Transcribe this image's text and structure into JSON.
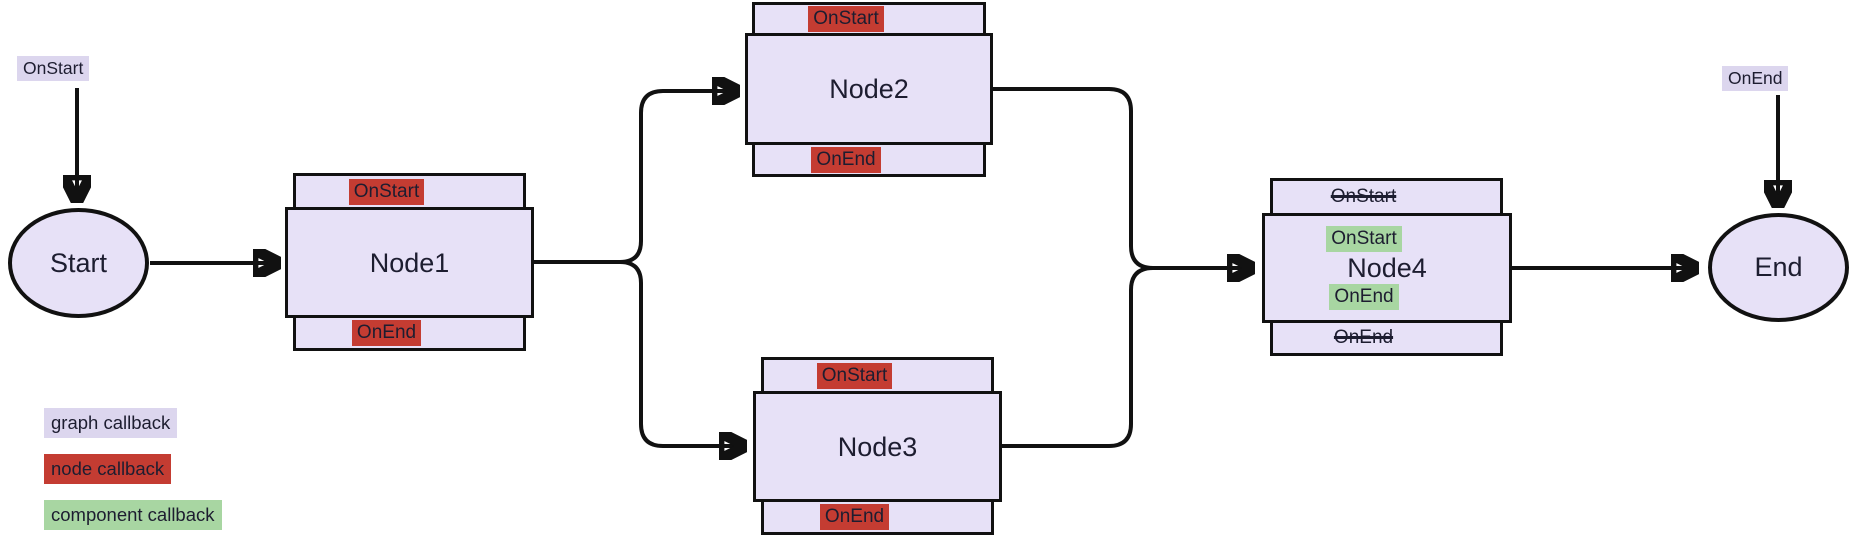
{
  "diagram_type": "execution-flow-graph",
  "colors": {
    "node_fill": "#e7e1f7",
    "graph_callback_bg": "#dcd6ee",
    "node_callback_bg": "#c43c32",
    "component_callback_bg": "#a8d6a2",
    "edge_stroke": "#111111",
    "text": "#1d1d30",
    "background": "#ffffff"
  },
  "graph_callbacks": {
    "on_start": "OnStart",
    "on_end": "OnEnd"
  },
  "nodes": {
    "start": {
      "label": "Start",
      "shape": "ellipse"
    },
    "node1": {
      "title": "Node1",
      "on_start": "OnStart",
      "on_end": "OnEnd"
    },
    "node2": {
      "title": "Node2",
      "on_start": "OnStart",
      "on_end": "OnEnd"
    },
    "node3": {
      "title": "Node3",
      "on_start": "OnStart",
      "on_end": "OnEnd"
    },
    "node4": {
      "title": "Node4",
      "node_on_start_disabled": "OnStart",
      "component_on_start": "OnStart",
      "component_on_end": "OnEnd",
      "node_on_end_disabled": "OnEnd"
    },
    "end": {
      "label": "End",
      "shape": "ellipse"
    }
  },
  "edges": [
    {
      "from": "OnStart",
      "to": "Start",
      "kind": "graph-callback"
    },
    {
      "from": "Start",
      "to": "Node1"
    },
    {
      "from": "Node1",
      "to": "Node2"
    },
    {
      "from": "Node1",
      "to": "Node3"
    },
    {
      "from": "Node2",
      "to": "Node4"
    },
    {
      "from": "Node3",
      "to": "Node4"
    },
    {
      "from": "Node4",
      "to": "End"
    },
    {
      "from": "OnEnd",
      "to": "End",
      "kind": "graph-callback"
    }
  ],
  "legend": [
    {
      "label": "graph callback",
      "type": "graph"
    },
    {
      "label": "node callback",
      "type": "node"
    },
    {
      "label": "component callback",
      "type": "component"
    }
  ]
}
